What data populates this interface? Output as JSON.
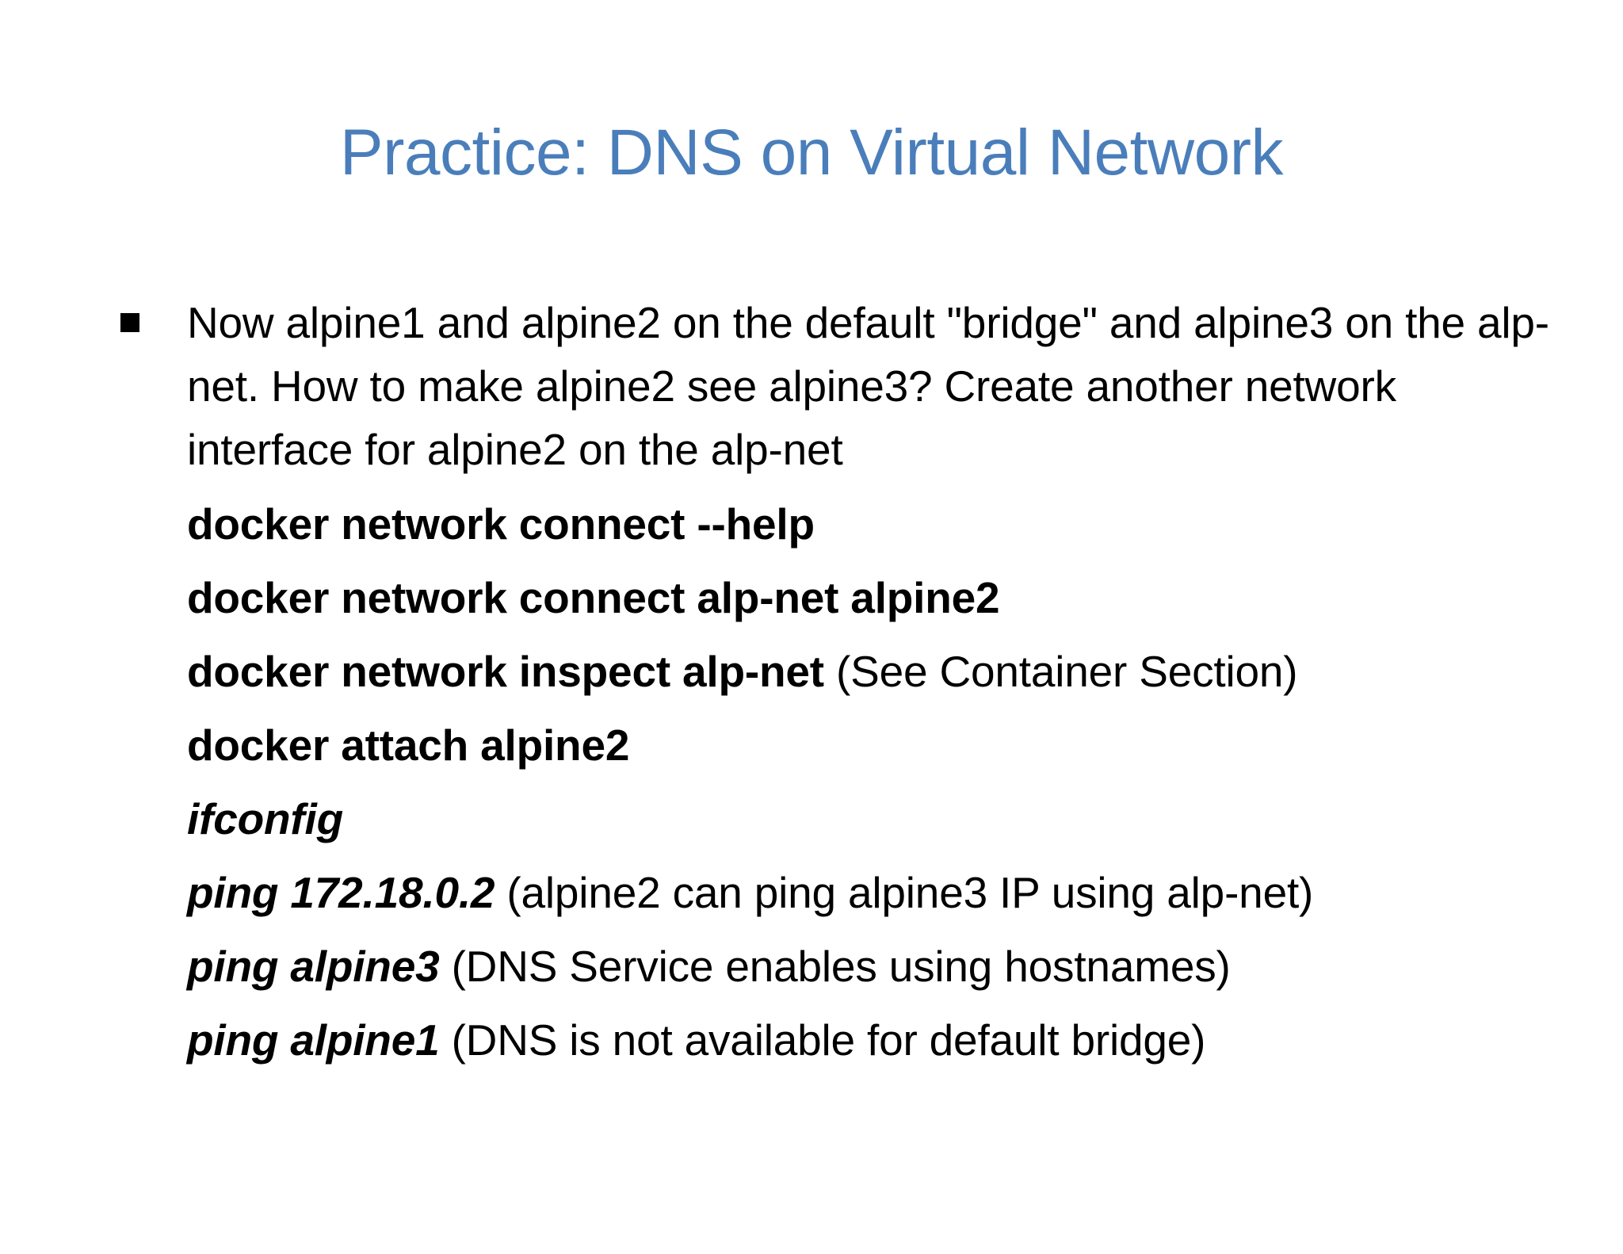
{
  "slide": {
    "title": "Practice: DNS on Virtual Network",
    "title_color": "#4A7EBB",
    "background_color": "#FFFFFF",
    "text_color": "#000000",
    "bullet_glyph": "square-bullet"
  },
  "body": {
    "bullet": {
      "text": "Now alpine1 and alpine2 on the default \"bridge\" and alpine3 on the alp-net. How to make alpine2 see alpine3? Create another network interface for alpine2 on the alp-net",
      "lines": [
        "Now alpine1 and alpine2 on the default \"bridge\" and alpine3",
        "on the alp-net. How to make alpine2 see alpine3? Create",
        "another network interface for alpine2 on the alp-net"
      ]
    },
    "commands": [
      {
        "code": "docker network connect --help",
        "style": "bold",
        "note": ""
      },
      {
        "code": "docker network connect alp-net alpine2",
        "style": "bold",
        "note": ""
      },
      {
        "code": "docker network inspect alp-net",
        "style": "bold",
        "note": " (See Container Section)"
      },
      {
        "code": "docker attach alpine2",
        "style": "bold",
        "note": ""
      },
      {
        "code": "ifconfig",
        "style": "bold-italic",
        "note": ""
      },
      {
        "code": "ping 172.18.0.2",
        "style": "bold-italic",
        "note": " (alpine2 can ping alpine3 IP using alp-net)"
      },
      {
        "code": "ping alpine3",
        "style": "bold-italic",
        "note": " (DNS Service enables using hostnames)"
      },
      {
        "code": "ping alpine1",
        "style": "bold-italic",
        "note": " (DNS is not available for default bridge)"
      }
    ]
  }
}
